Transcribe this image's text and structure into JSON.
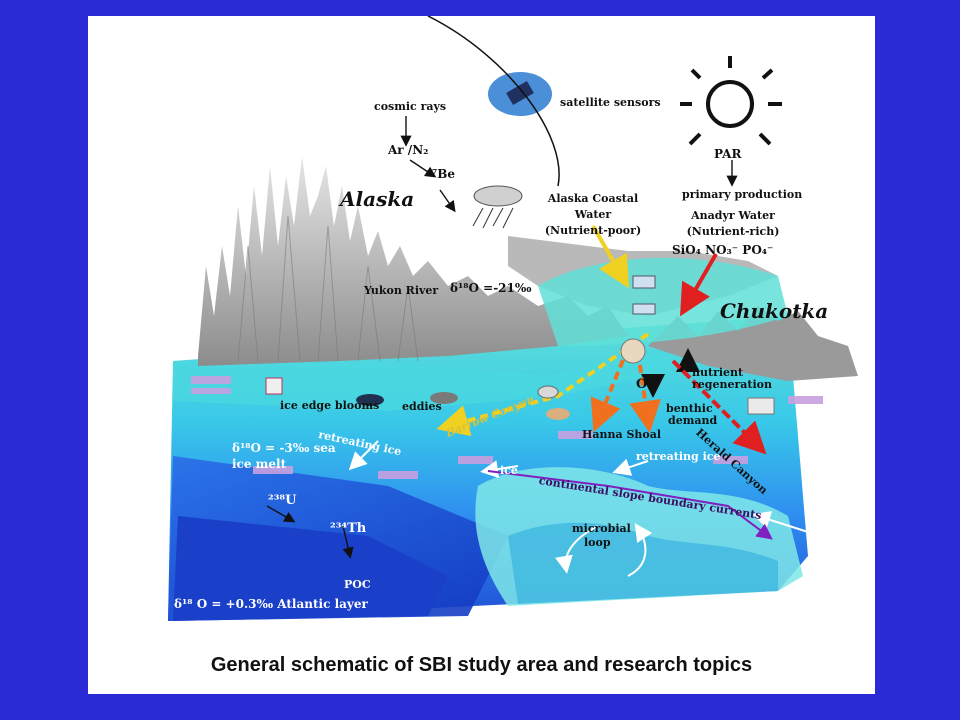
{
  "caption": "General schematic of SBI study area and research topics",
  "regions": {
    "alaska": "Alaska",
    "chukotka": "Chukotka"
  },
  "labels": {
    "cosmic_rays": "cosmic rays",
    "ar_n2": "Ar /N₂",
    "be7": "⁷Be",
    "satellite_sensors": "satellite sensors",
    "par": "PAR",
    "primary_production": "primary production",
    "alaska_coastal_water": "Alaska Coastal",
    "alaska_coastal_water_2": "Water",
    "alaska_coastal_water_3": "(Nutrient-poor)",
    "anadyr_water": "Anadyr Water",
    "anadyr_water_2": "(Nutrient-rich)",
    "nutrients": "SiO₄   NO₃⁻  PO₄⁻",
    "yukon_river": "Yukon River",
    "yukon_d18o": "δ¹⁸O =-21‰",
    "nutrient_regeneration": "nutrient",
    "nutrient_regeneration_2": "regeneration",
    "o2": "O₂",
    "benthic_demand": "benthic",
    "benthic_demand_2": "demand",
    "ice_edge_blooms": "ice edge blooms",
    "eddies": "eddies",
    "barrow_canyon": "Barrow Canyon",
    "hanna_shoal": "Hanna Shoal",
    "herald_canyon": "Herald Canyon",
    "retreating_ice_left": "retreating ice",
    "retreating_ice_right": "retreating ice",
    "sea_ice_melt": "δ¹⁸O = -3‰ sea",
    "sea_ice_melt_2": "ice melt",
    "ice": "ice",
    "slope_currents": "continental slope boundary currents",
    "u238": "²³⁸U",
    "th234": "²³⁴Th",
    "poc": "POC",
    "microbial_loop": "microbial",
    "microbial_loop_2": "loop",
    "atlantic_layer": "δ¹⁸ O = +0.3‰ Atlantic layer"
  },
  "colors": {
    "background": "#2a2ad6",
    "panel": "#ffffff",
    "deep_water": "#1f4fd6",
    "mid_water": "#2f8ff0",
    "shelf_water": "#38c8e8",
    "shallow_water": "#5fe0d8",
    "land": "#b8b8b8",
    "arrow_red": "#e02020",
    "arrow_orange": "#f07020",
    "arrow_yellow": "#f0d020"
  }
}
